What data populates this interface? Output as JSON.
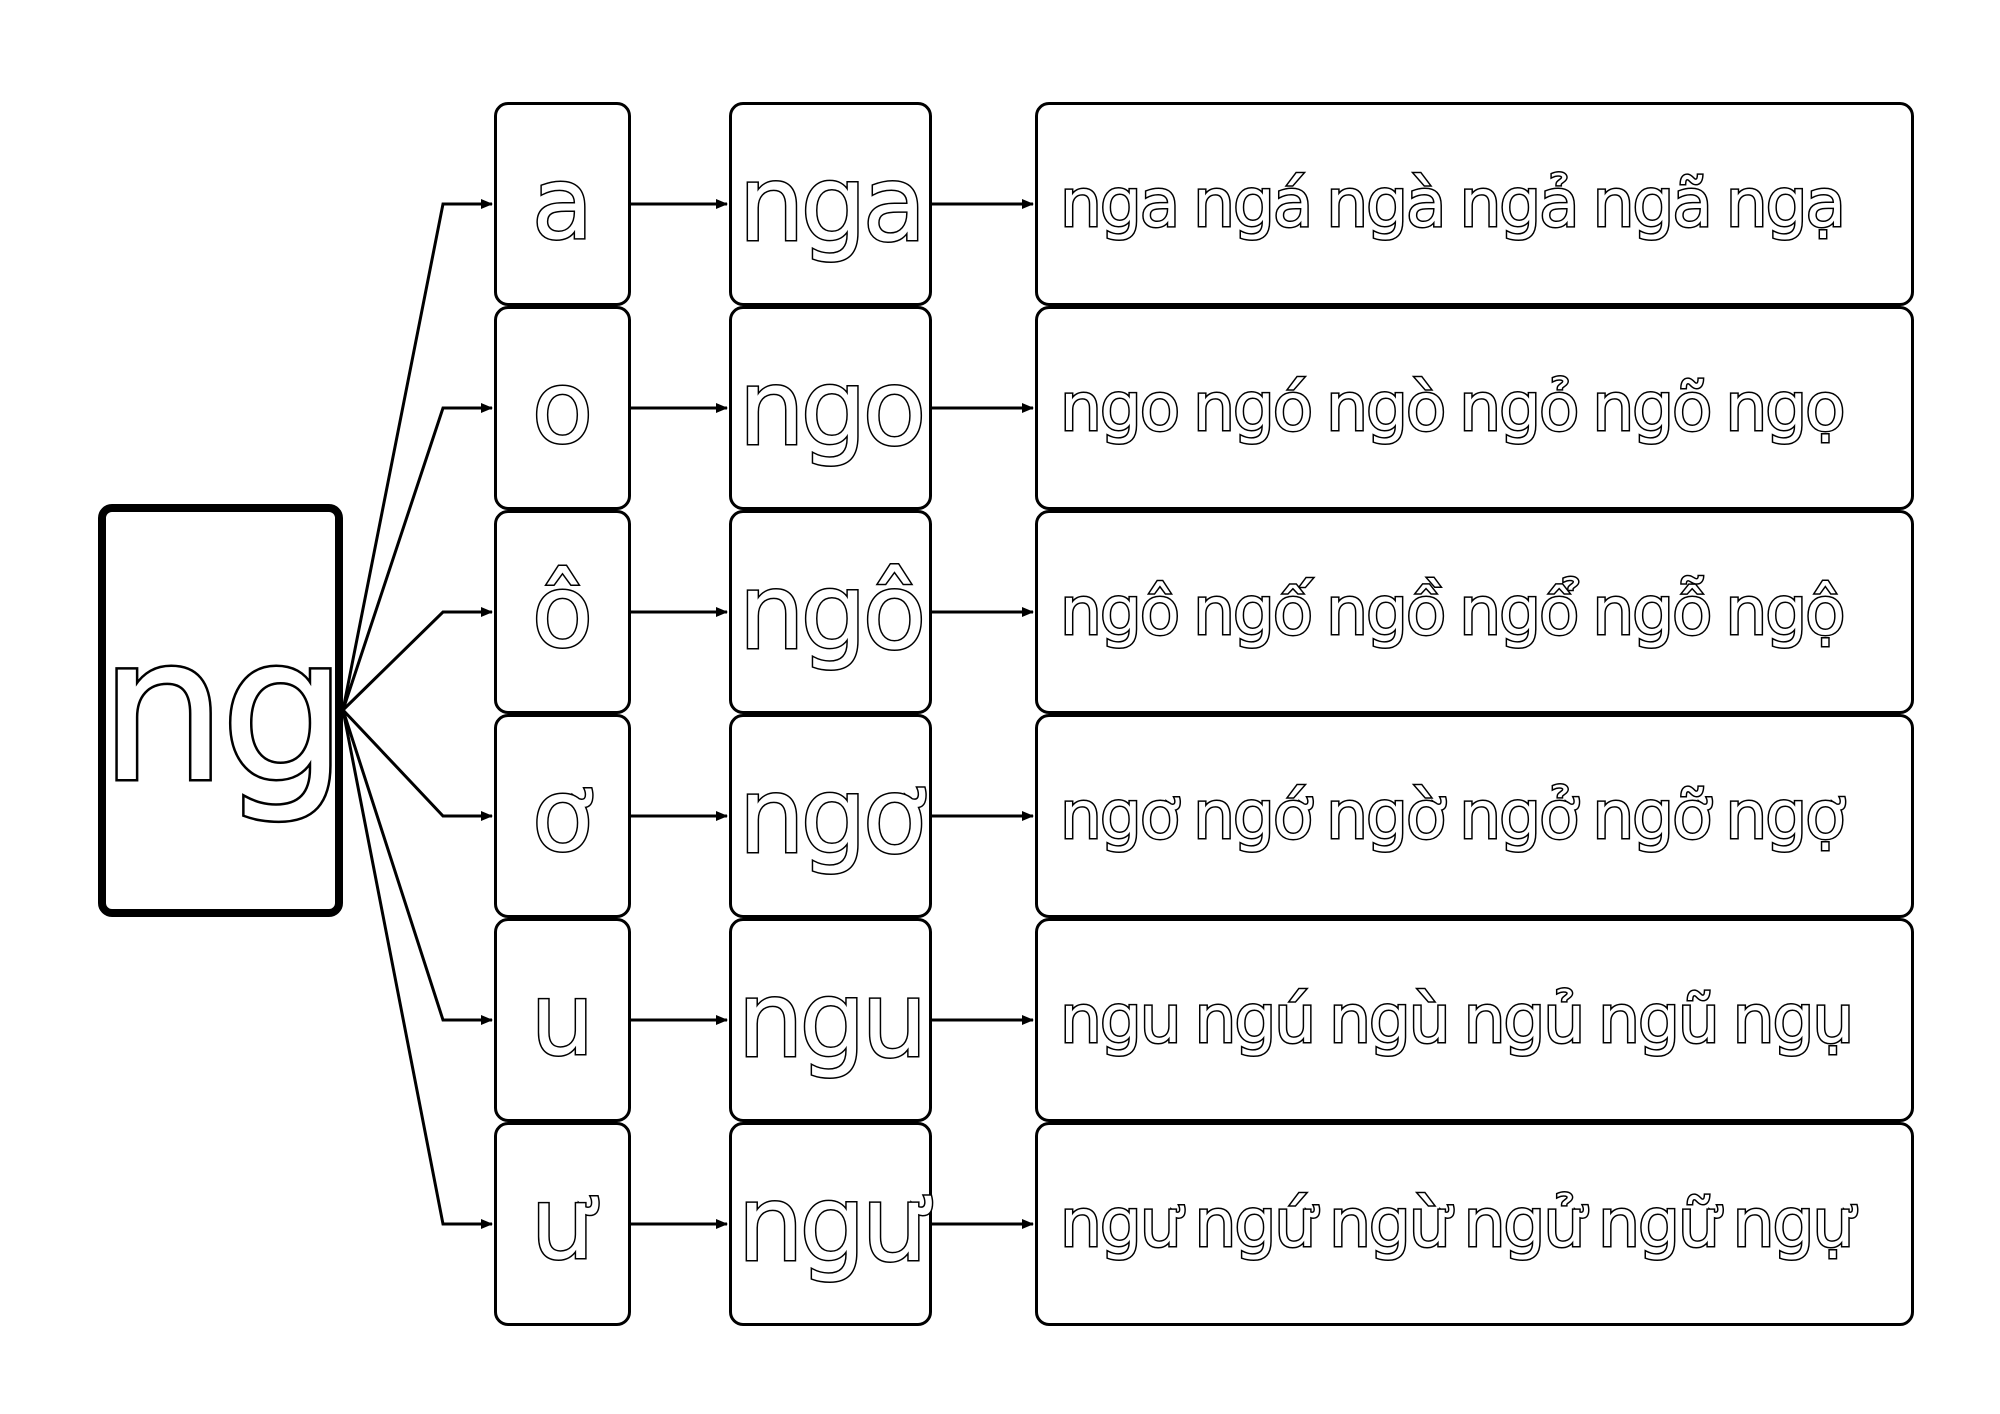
{
  "diagram": {
    "colors": {
      "stroke": "#000000",
      "fill": "#ffffff"
    },
    "root": {
      "label": "ng"
    },
    "rows": [
      {
        "vowel": "a",
        "syllable": "nga",
        "tones": "nga ngá ngà ngả ngã ngạ"
      },
      {
        "vowel": "o",
        "syllable": "ngo",
        "tones": "ngo ngó ngò ngỏ ngõ ngọ"
      },
      {
        "vowel": "ô",
        "syllable": "ngô",
        "tones": "ngô ngố ngồ ngổ ngỗ ngộ"
      },
      {
        "vowel": "ơ",
        "syllable": "ngơ",
        "tones": "ngơ ngớ ngờ ngở ngỡ ngợ"
      },
      {
        "vowel": "u",
        "syllable": "ngu",
        "tones": "ngu ngú ngù ngủ ngũ ngụ"
      },
      {
        "vowel": "ư",
        "syllable": "ngư",
        "tones": "ngư ngứ ngừ ngử ngữ ngự"
      }
    ]
  }
}
